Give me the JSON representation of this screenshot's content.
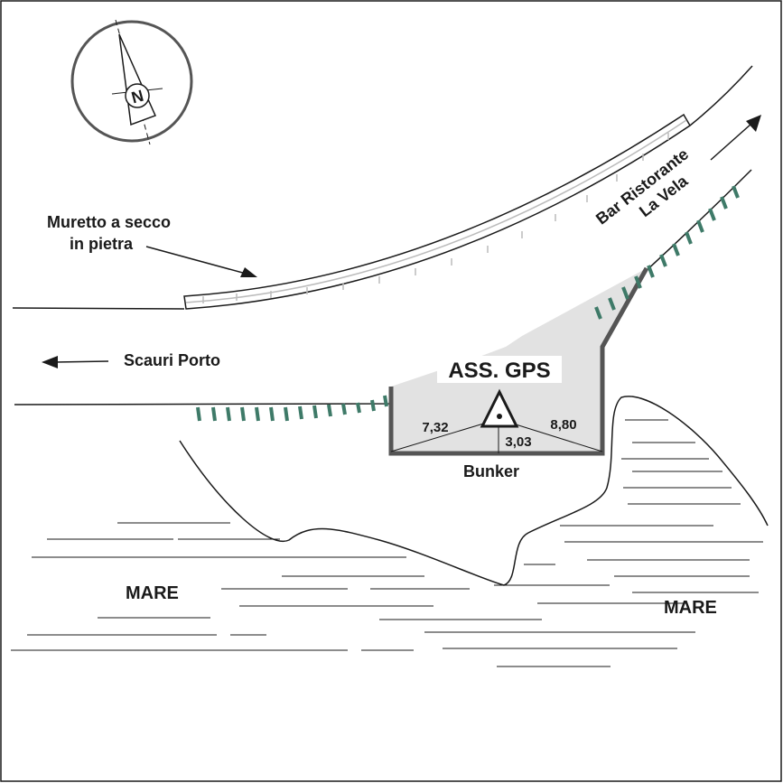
{
  "labels": {
    "wall": [
      "Muretto a secco",
      "in pietra"
    ],
    "road_west": "Scauri Porto",
    "road_east": [
      "Bar Ristorante",
      "La Vela"
    ],
    "station": "ASS. GPS",
    "dist_left": "7,32",
    "dist_mid": "3,03",
    "dist_right": "8,80",
    "building": "Bunker",
    "sea_left": "MARE",
    "sea_right": "MARE",
    "north": "N"
  },
  "colors": {
    "line": "#1a1a1a",
    "bunker_fill": "#e2e2e2",
    "bunker_stroke": "#555555",
    "vegetation": "#3e7a68",
    "wall_brick": "#bbbbbb"
  },
  "icons": {
    "compass": "north-arrow-icon",
    "gps": "triangle-survey-point-icon"
  }
}
